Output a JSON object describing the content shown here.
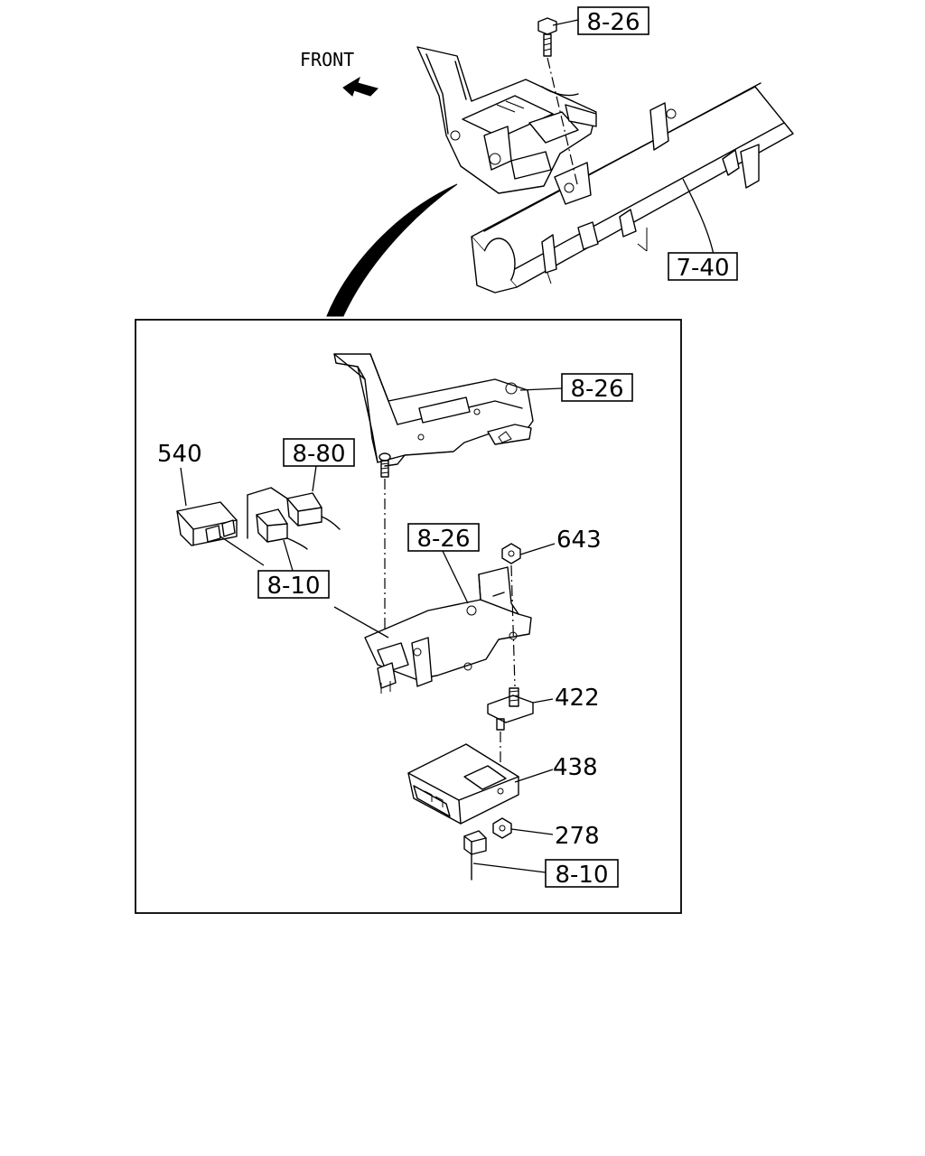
{
  "front_label": "FRONT",
  "callouts": {
    "top_bolt_ref": "8-26",
    "crossmember_ref": "7-40",
    "upper_bracket_ref": "8-26",
    "relay_ref": "540",
    "connector_upper_ref": "8-80",
    "lower_bracket_ref": "8-26",
    "nut_upper_ref": "643",
    "harness_ref": "8-10",
    "stud_plate_ref": "422",
    "module_ref": "438",
    "nut_lower_ref": "278",
    "connector_lower_ref": "8-10"
  }
}
